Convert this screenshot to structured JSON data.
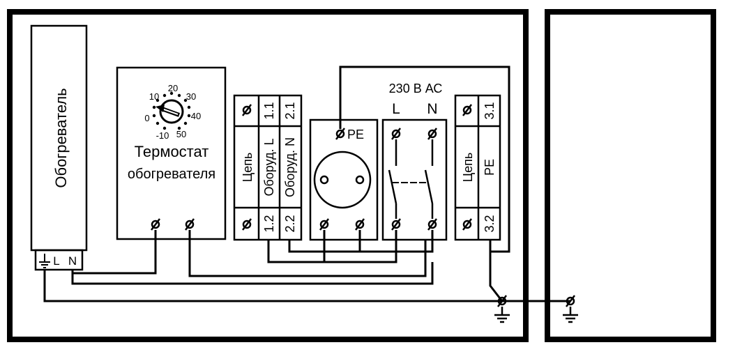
{
  "heater": {
    "label": "Обогреватель",
    "terminals": {
      "l": "L",
      "n": "N"
    }
  },
  "thermostat": {
    "title_line1": "Термостат",
    "title_line2": "обогревателя",
    "dial": {
      "t10": "10",
      "t20": "20",
      "t30": "30",
      "t40": "40",
      "t0": "0",
      "tm10": "-10",
      "t50": "50"
    }
  },
  "terminal_block_1": {
    "circuit": "Цепь",
    "col_l": "Оборуд. L",
    "col_n": "Оборуд. N",
    "id_11": "1.1",
    "id_21": "2.1",
    "id_12": "1.2",
    "id_22": "2.2"
  },
  "socket": {
    "pe": "PE"
  },
  "supply": {
    "title": "230 В АС",
    "l": "L",
    "n": "N"
  },
  "terminal_block_3": {
    "circuit": "Цепь",
    "col_pe": "PE",
    "id_31": "3.1",
    "id_32": "3.2"
  }
}
